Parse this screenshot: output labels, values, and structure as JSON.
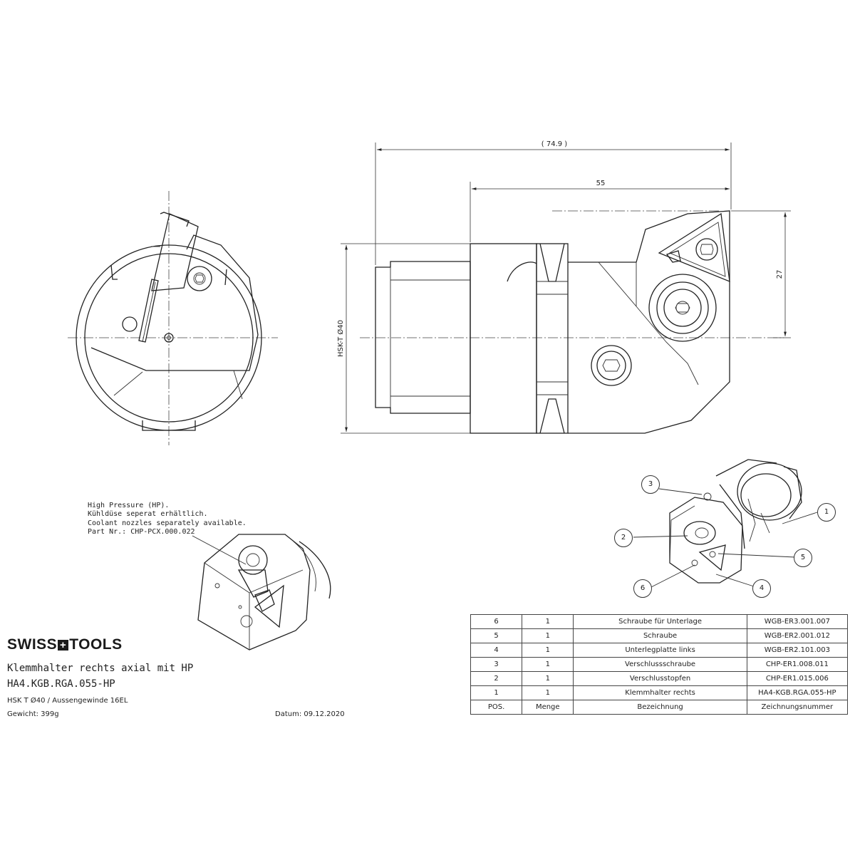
{
  "dimensions": {
    "overall_length": "( 74.9 )",
    "length_55": "55",
    "height_27": "27",
    "hsk_diameter": "HSK-T  Ø40"
  },
  "hp_note": {
    "line1": "High Pressure (HP).",
    "line2": "Kühldüse seperat erhältlich.",
    "line3": "Coolant nozzles separately available.",
    "line4": "Part Nr.: CHP-PCX.000.022"
  },
  "balloons": [
    "1",
    "2",
    "3",
    "4",
    "5",
    "6"
  ],
  "title_block": {
    "brand_left": "SWISS",
    "brand_cross": "+",
    "brand_right": "TOOLS",
    "title": "Klemmhalter rechts axial mit HP",
    "part_number": "HA4.KGB.RGA.055-HP",
    "spec": "HSK T Ø40 / Aussengewinde 16EL",
    "weight": "Gewicht: 399g",
    "date": "Datum: 09.12.2020"
  },
  "bom": {
    "rows": [
      [
        "6",
        "1",
        "Schraube für Unterlage",
        "WGB-ER3.001.007"
      ],
      [
        "5",
        "1",
        "Schraube",
        "WGB-ER2.001.012"
      ],
      [
        "4",
        "1",
        "Unterlegplatte links",
        "WGB-ER2.101.003"
      ],
      [
        "3",
        "1",
        "Verschlussschraube",
        "CHP-ER1.008.011"
      ],
      [
        "2",
        "1",
        "Verschlusstopfen",
        "CHP-ER1.015.006"
      ],
      [
        "1",
        "1",
        "Klemmhalter rechts",
        "HA4-KGB.RGA.055-HP"
      ]
    ],
    "header": [
      "POS.",
      "Menge",
      "Bezeichnung",
      "Zeichnungsnummer"
    ]
  }
}
